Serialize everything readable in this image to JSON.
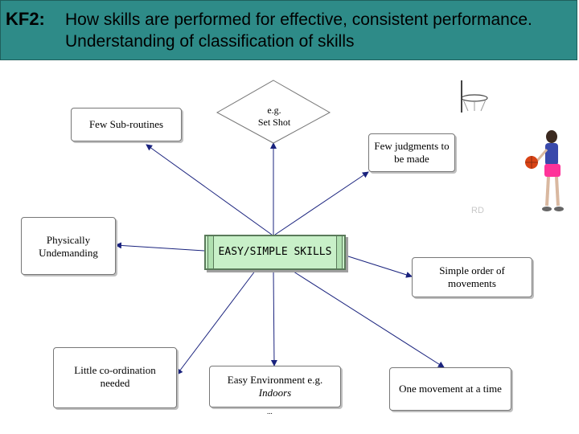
{
  "header": {
    "code": "KF2:",
    "title": "How skills are performed for effective, consistent performance. Understanding of classification of skills"
  },
  "diagram": {
    "center": "EASY/SIMPLE SKILLS",
    "example": {
      "line1": "e.g.",
      "line2": "Set Shot"
    },
    "nodes": {
      "few_subroutines": "Few Sub-routines",
      "few_judgments": "Few judgments to be made",
      "physically_undemanding": "Physically Undemanding",
      "simple_order": "Simple order of movements",
      "little_coordination": "Little co-ordination needed",
      "easy_environment": "Easy Environment e.g.",
      "easy_environment_example": "Indoors",
      "one_movement": "One movement at a time"
    },
    "illustration_credit": "RD",
    "footer_mark": "..."
  }
}
